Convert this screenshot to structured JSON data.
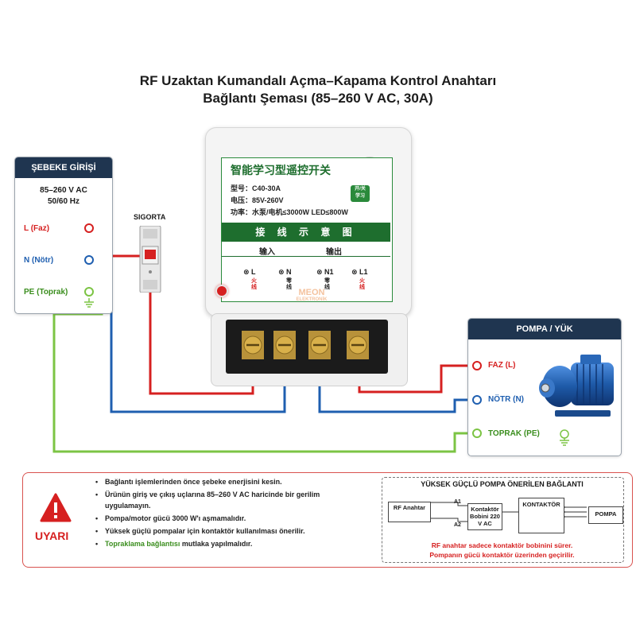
{
  "title": {
    "line1": "RF Uzaktan Kumandalı Açma–Kapama Kontrol Anahtarı",
    "line2": "Bağlantı Şeması (85–260 V AC, 30A)"
  },
  "supply": {
    "heading": "ŞEBEKE GİRİŞİ",
    "voltage": "85–260 V AC",
    "frequency": "50/60 Hz",
    "live": "L (Faz)",
    "neutral": "N (Nötr)",
    "earth": "PE (Toprak)"
  },
  "fuse": {
    "label": "SIGORTA"
  },
  "relay": {
    "name": "智能学习型遥控开关",
    "model": "型号：C40-30A",
    "voltage": "电压：85V-260V",
    "power": "功率：水泵/电机≤3000W LED≤800W",
    "learn_button": "开/关\n学习",
    "banner": "接 线 示 意 图",
    "input_label": "输入",
    "output_label": "输出",
    "terminals": [
      {
        "id": "L",
        "cn": "火线",
        "color": "#d62020"
      },
      {
        "id": "N",
        "cn": "零线",
        "color": "#222222"
      },
      {
        "id": "N1",
        "cn": "零线",
        "color": "#222222"
      },
      {
        "id": "L1",
        "cn": "火线",
        "color": "#d62020"
      }
    ],
    "watermark_top": "MEON",
    "watermark_mid": "ELEKTRONİK"
  },
  "pump": {
    "heading": "POMPA / YÜK",
    "live": "FAZ (L)",
    "neutral": "NÖTR (N)",
    "earth": "TOPRAK (PE)"
  },
  "warning": {
    "label": "UYARI",
    "items": [
      "Bağlantı işlemlerinden önce şebeke enerjisini kesin.",
      "Ürünün giriş ve çıkış uçlarına 85–260 V AC haricinde bir gerilim uygulamayın.",
      "Pompa/motor gücü 3000 W'ı aşmamalıdır.",
      "Yüksek güçlü pompalar için kontaktör kullanılması önerilir."
    ],
    "earthing_green": "Topraklama bağlantısı",
    "earthing_rest": " mutlaka yapılmalıdır."
  },
  "recommendation": {
    "heading": "YÜKSEK GÜÇLÜ POMPA ÖNERİLEN BAĞLANTI",
    "rf_switch": "RF Anahtar",
    "a1": "A1",
    "a2": "A2",
    "coil": "Kontaktör Bobini 220 V AC",
    "contactor": "KONTAKTÖR",
    "pump": "POMPA",
    "note1": "RF anahtar sadece kontaktör bobinini sürer.",
    "note2": "Pompanın gücü kontaktör üzerinden geçirilir."
  },
  "colors": {
    "live": "#d62020",
    "neutral": "#1f5fb0",
    "earth": "#7cc444",
    "navy": "#1f3550",
    "green_banner": "#1e6e2e"
  }
}
